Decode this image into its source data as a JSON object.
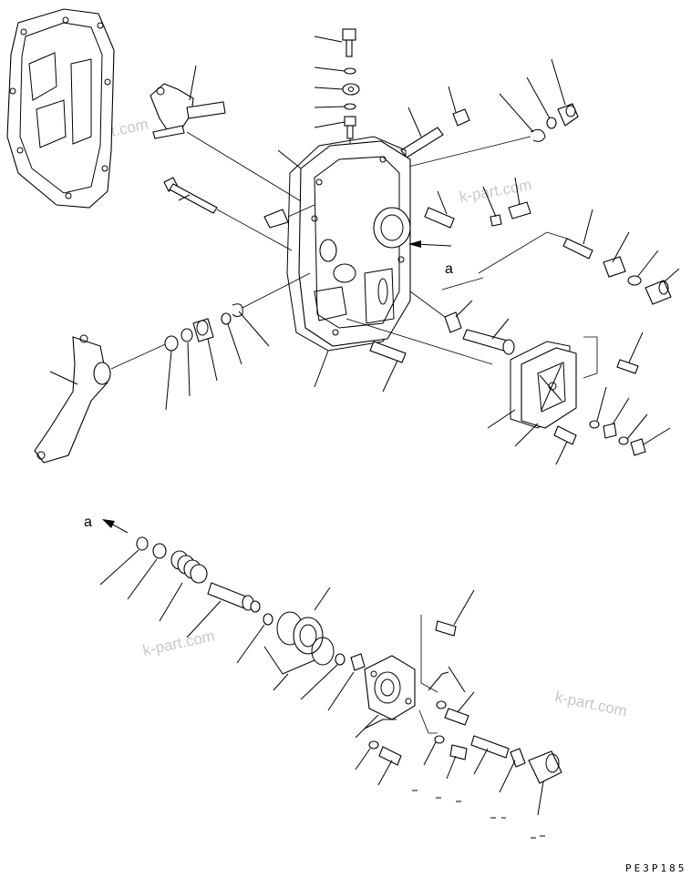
{
  "diagram": {
    "callouts": {
      "a_upper": "a",
      "a_lower": "a"
    },
    "watermark": "k-part.com",
    "drawing_code": "PE3P185"
  }
}
